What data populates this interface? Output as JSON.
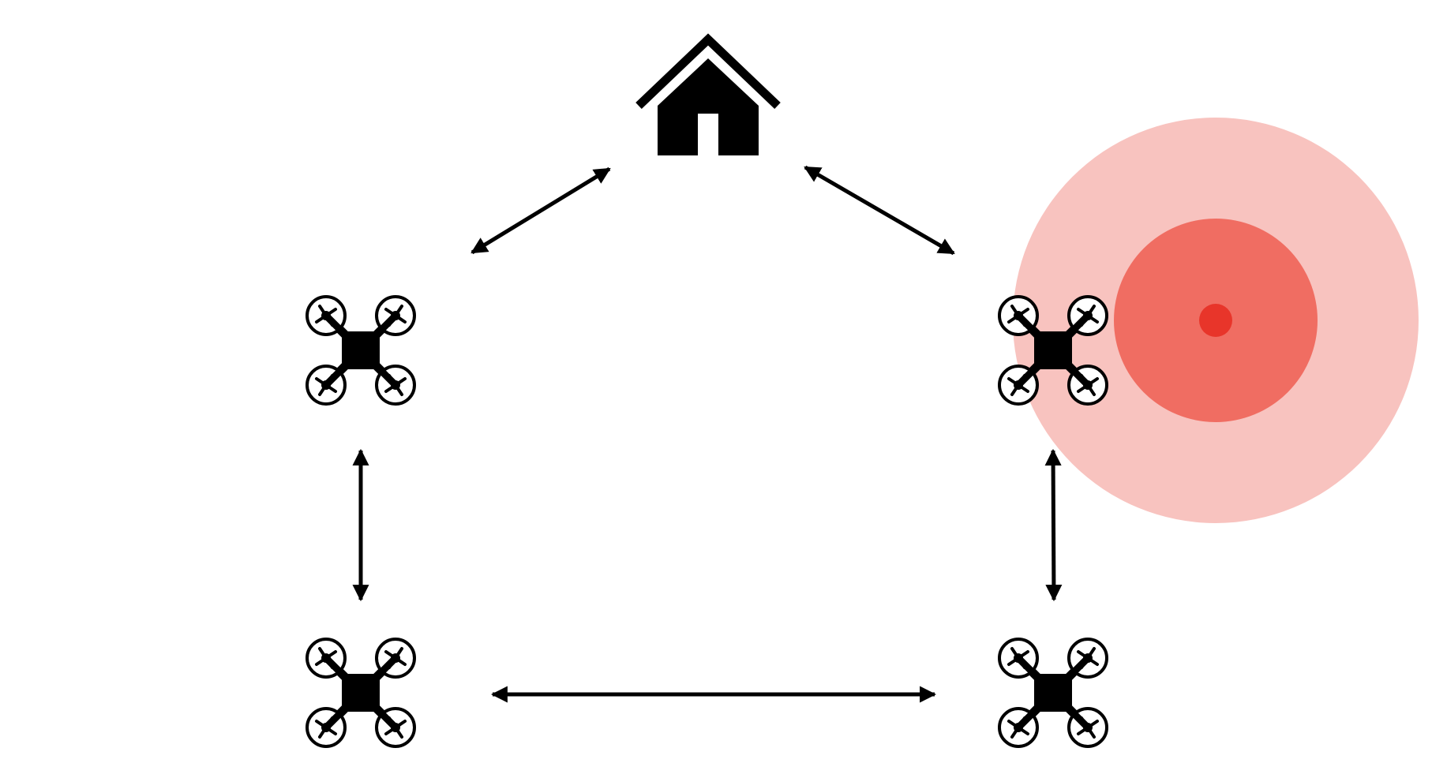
{
  "diagram": {
    "nodes": [
      {
        "id": "base",
        "type": "home",
        "icon": "home-icon"
      },
      {
        "id": "drone-top-left",
        "type": "drone",
        "icon": "quadcopter-icon"
      },
      {
        "id": "drone-top-right",
        "type": "drone",
        "icon": "quadcopter-icon",
        "in_signal_zone": true
      },
      {
        "id": "drone-bottom-left",
        "type": "drone",
        "icon": "quadcopter-icon"
      },
      {
        "id": "drone-bottom-right",
        "type": "drone",
        "icon": "quadcopter-icon"
      }
    ],
    "links": [
      {
        "from": "base",
        "to": "drone-top-left",
        "direction": "bidirectional"
      },
      {
        "from": "base",
        "to": "drone-top-right",
        "direction": "bidirectional"
      },
      {
        "from": "drone-top-left",
        "to": "drone-bottom-left",
        "direction": "bidirectional"
      },
      {
        "from": "drone-top-right",
        "to": "drone-bottom-right",
        "direction": "bidirectional"
      },
      {
        "from": "drone-bottom-left",
        "to": "drone-bottom-right",
        "direction": "bidirectional"
      }
    ],
    "signal_zone": {
      "icon": "signal-source-icon",
      "colors": {
        "outer": "#f8c3bf",
        "middle": "#f06d62",
        "core": "#e8352a"
      }
    },
    "colors": {
      "stroke": "#000000",
      "background": "#ffffff"
    }
  }
}
